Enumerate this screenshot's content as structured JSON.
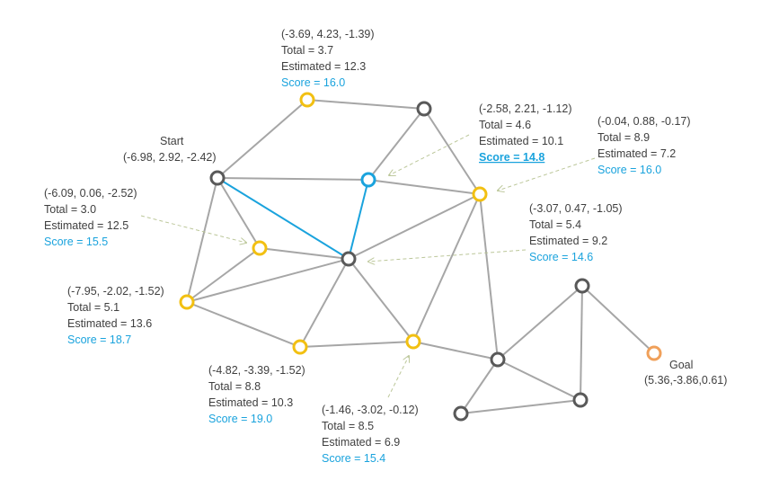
{
  "colors": {
    "edge": "#a6a6a6",
    "path_edge": "#1aa3dd",
    "open_node": "#f2c012",
    "closed_node": "#595959",
    "visited_fill": "#c0c0c0",
    "current_node": "#1aa3dd",
    "goal_node": "#f0a05a",
    "score_text": "#1aa3dd",
    "arrow": "#bcc79a"
  },
  "labels": {
    "start_title": "Start",
    "start_coord": "(-6.98, 2.92, -2.42)",
    "goal_title": "Goal",
    "goal_coord": "(5.36,-3.86,0.61)",
    "n_top": {
      "coord": "(-3.69, 4.23, -1.39)",
      "total": "Total = 3.7",
      "est": "Estimated = 12.3",
      "score": "Score = 16.0"
    },
    "n_blue": {
      "coord": "(-2.58, 2.21, -1.12)",
      "total": "Total = 4.6",
      "est": "Estimated = 10.1",
      "score": "Score = 14.8"
    },
    "n_right": {
      "coord": "(-0.04, 0.88, -0.17)",
      "total": "Total = 8.9",
      "est": "Estimated = 7.2",
      "score": "Score = 16.0"
    },
    "n_inner": {
      "coord": "(-6.09, 0.06, -2.52)",
      "total": "Total = 3.0",
      "est": "Estimated = 12.5",
      "score": "Score = 15.5"
    },
    "n_center": {
      "coord": "(-3.07, 0.47, -1.05)",
      "total": "Total = 5.4",
      "est": "Estimated = 9.2",
      "score": "Score = 14.6"
    },
    "n_left": {
      "coord": "(-7.95, -2.02, -1.52)",
      "total": "Total = 5.1",
      "est": "Estimated = 13.6",
      "score": "Score = 18.7"
    },
    "n_bottom_left": {
      "coord": "(-4.82, -3.39, -1.52)",
      "total": "Total = 8.8",
      "est": "Estimated = 10.3",
      "score": "Score = 19.0"
    },
    "n_bottom_mid": {
      "coord": "(-1.46, -3.02, -0.12)",
      "total": "Total = 8.5",
      "est": "Estimated = 6.9",
      "score": "Score = 15.4"
    }
  }
}
